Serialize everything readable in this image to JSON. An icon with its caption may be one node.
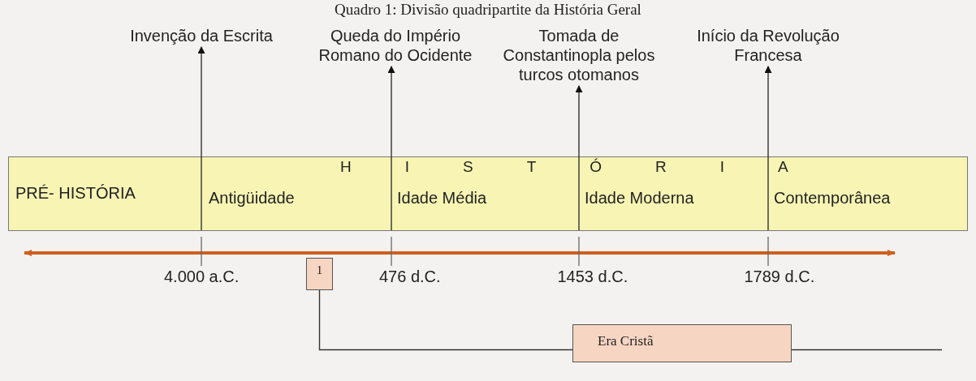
{
  "diagram": {
    "title": "Quadro 1: Divisão quadripartite da História Geral",
    "nodes": [
      {
        "text": [
          "HISTÓRIA"
        ]
      },
      {
        "text": [
          "PRÉ- HISTÓRIA"
        ],
        "in": 0
      },
      {
        "text": [
          "Antigüidade"
        ],
        "in": 0
      },
      {
        "text": [
          "Idade Média"
        ],
        "in": 0
      },
      {
        "text": [
          "Idade Moderna"
        ],
        "in": 0
      },
      {
        "text": [
          "Contemporânea"
        ],
        "in": 0
      },
      {
        "text": [
          "Invenção da Escrita"
        ]
      },
      {
        "text": [
          "Queda do Império Romano do Ocidente"
        ]
      },
      {
        "text": [
          "Tomada de Constantinopla pelos turcos otomanos"
        ]
      },
      {
        "text": [
          "Início da Revolução Francesa"
        ]
      },
      {
        "text": [
          "1"
        ]
      },
      {
        "text": [
          "Era Cristã"
        ]
      }
    ],
    "edges": [
      {
        "from": 0,
        "to": 6,
        "arrow": "to"
      },
      {
        "from": 0,
        "to": 7,
        "arrow": "to"
      },
      {
        "from": 0,
        "to": 8,
        "arrow": "to"
      },
      {
        "from": 0,
        "to": 9,
        "arrow": "to"
      },
      {
        "from": 10,
        "to": 11,
        "arrow": "none"
      }
    ],
    "labels": [
      "4.000 a.C.",
      "476 d.C.",
      "1453 d.C.",
      "1789 d.C."
    ]
  }
}
